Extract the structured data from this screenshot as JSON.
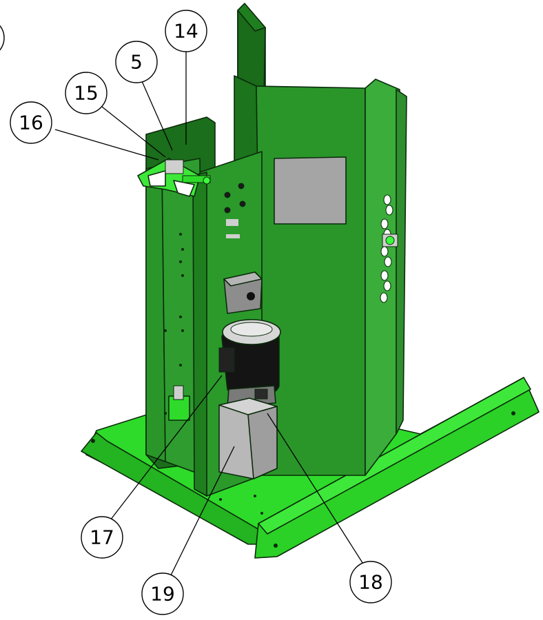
{
  "colors": {
    "base_green": "#2edb2a",
    "dark_green": "#1e7d1e",
    "mid_green": "#2b9a2b",
    "light_green": "#3cb43c",
    "grey_box": "#a8a8a8",
    "motor_black": "#151515",
    "outline": "#0b2a0b"
  },
  "balloons": [
    {
      "label": "14"
    },
    {
      "label": "5"
    },
    {
      "label": "15"
    },
    {
      "label": "16"
    },
    {
      "label": "17"
    },
    {
      "label": "19"
    },
    {
      "label": "18"
    }
  ]
}
